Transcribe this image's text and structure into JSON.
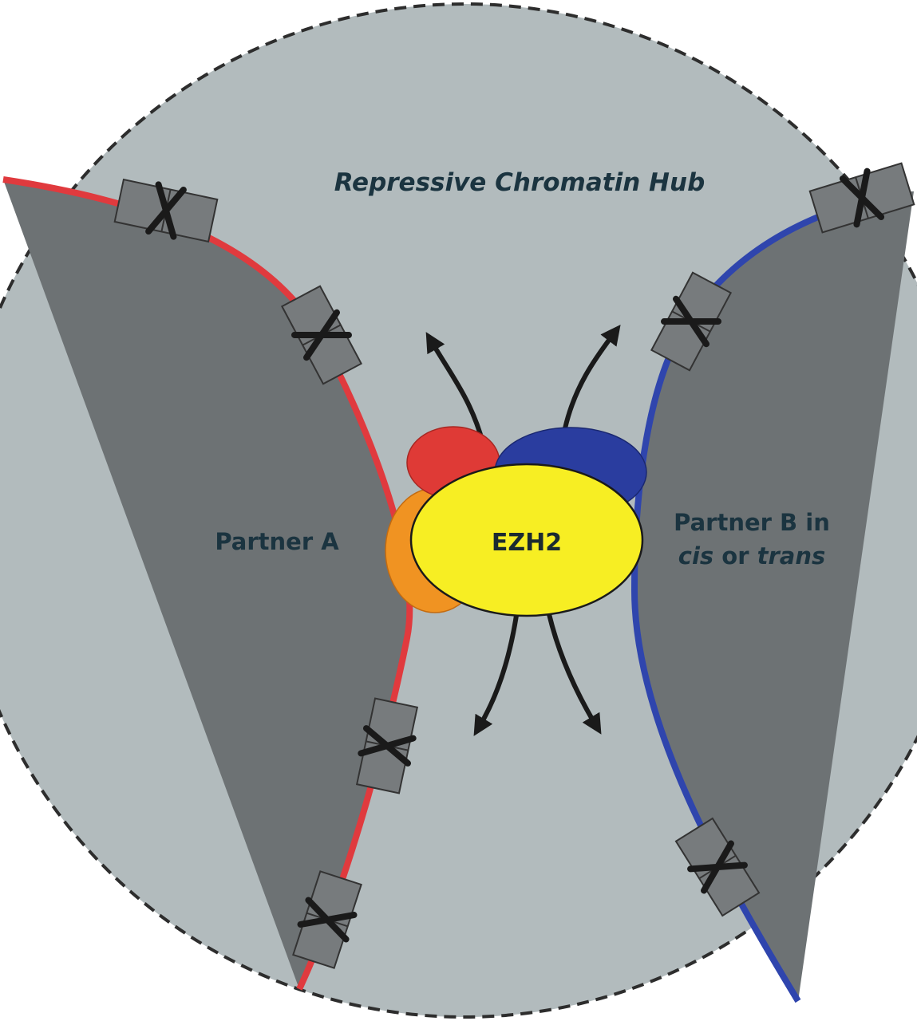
{
  "diagram": {
    "hub_title": "Repressive Chromatin Hub",
    "partner_a": "Partner A",
    "partner_b_line1": "Partner B in",
    "partner_b_cis": "cis",
    "partner_b_or": " or ",
    "partner_b_trans": "trans",
    "ezh2": "EZH2"
  },
  "colors": {
    "hub_fill": "#b2bbbd",
    "partner_fill": "#6d7274",
    "partner_a_line": "#e03a3e",
    "partner_b_line": "#2f45ad",
    "ezh2_fill": "#f7ee23",
    "red_subunit": "#df3a36",
    "blue_subunit": "#2a3d9f",
    "orange_subunit": "#f09322",
    "nucleosome_fill": "#777b7d"
  }
}
